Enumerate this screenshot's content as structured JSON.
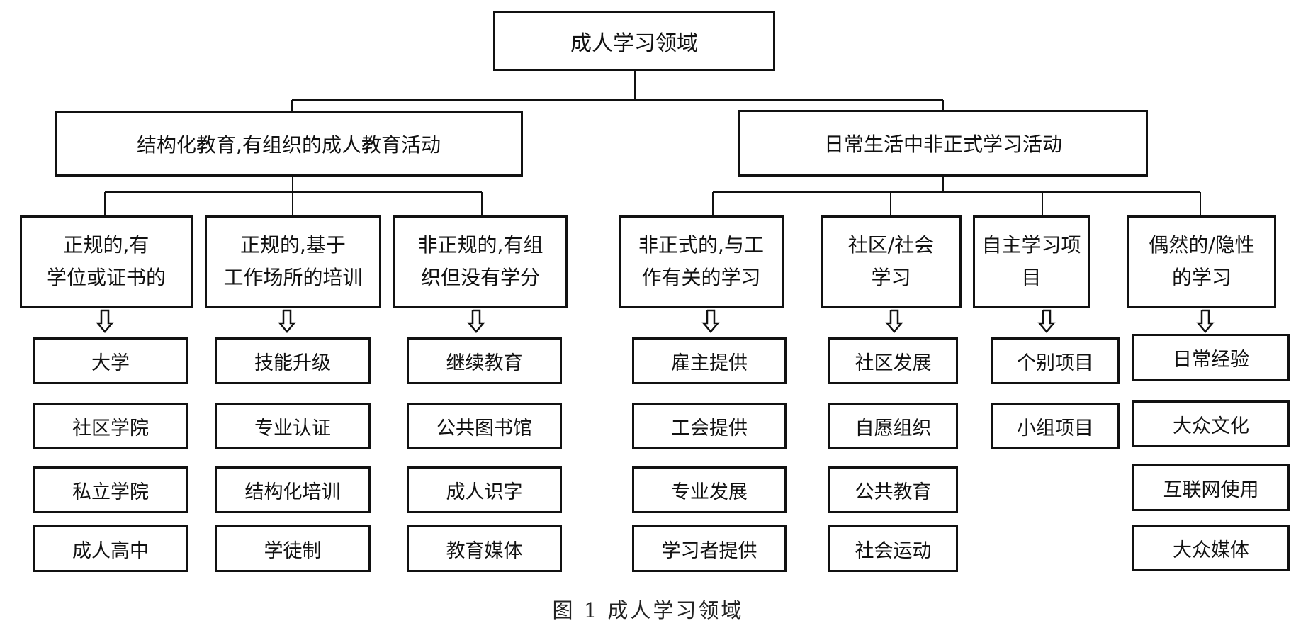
{
  "root": "成人学习领域",
  "branches": [
    {
      "label": "结构化教育,有组织的成人教育活动",
      "groups": [
        {
          "label": "正规的,有\n学位或证书的",
          "items": [
            "大学",
            "社区学院",
            "私立学院",
            "成人高中"
          ]
        },
        {
          "label": "正规的,基于\n工作场所的培训",
          "items": [
            "技能升级",
            "专业认证",
            "结构化培训",
            "学徒制"
          ]
        },
        {
          "label": "非正规的,有组\n织但没有学分",
          "items": [
            "继续教育",
            "公共图书馆",
            "成人识字",
            "教育媒体"
          ]
        }
      ]
    },
    {
      "label": "日常生活中非正式学习活动",
      "groups": [
        {
          "label": "非正式的,与工\n作有关的学习",
          "items": [
            "雇主提供",
            "工会提供",
            "专业发展",
            "学习者提供"
          ]
        },
        {
          "label": "社区/社会\n学习",
          "items": [
            "社区发展",
            "自愿组织",
            "公共教育",
            "社会运动"
          ]
        },
        {
          "label": "自主学习项目",
          "items": [
            "个别项目",
            "小组项目"
          ]
        },
        {
          "label": "偶然的/隐性\n的学习",
          "items": [
            "日常经验",
            "大众文化",
            "互联网使用",
            "大众媒体"
          ]
        }
      ]
    }
  ],
  "caption": "图 1  成人学习领域"
}
